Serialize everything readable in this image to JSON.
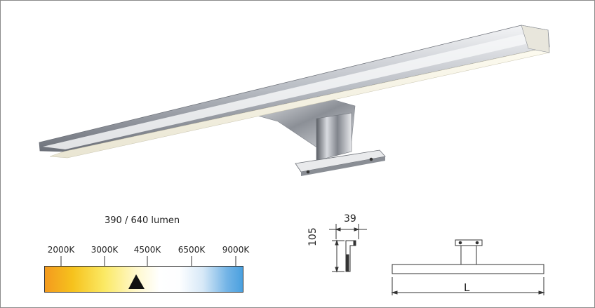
{
  "product": {
    "lumen_label": "390 / 640 lumen",
    "color_temperature": {
      "ticks": [
        "2000K",
        "3000K",
        "4500K",
        "6500K",
        "9000K"
      ],
      "selected": "4500K"
    },
    "dimensions": {
      "depth": "39",
      "height": "105",
      "length": "L"
    }
  },
  "colors": {
    "warm": "#f39a1e",
    "neutral": "#ffffff",
    "cool": "#4aa0df",
    "chrome": "#c9ccd1"
  },
  "icons": [
    "pointer-triangle-icon"
  ]
}
